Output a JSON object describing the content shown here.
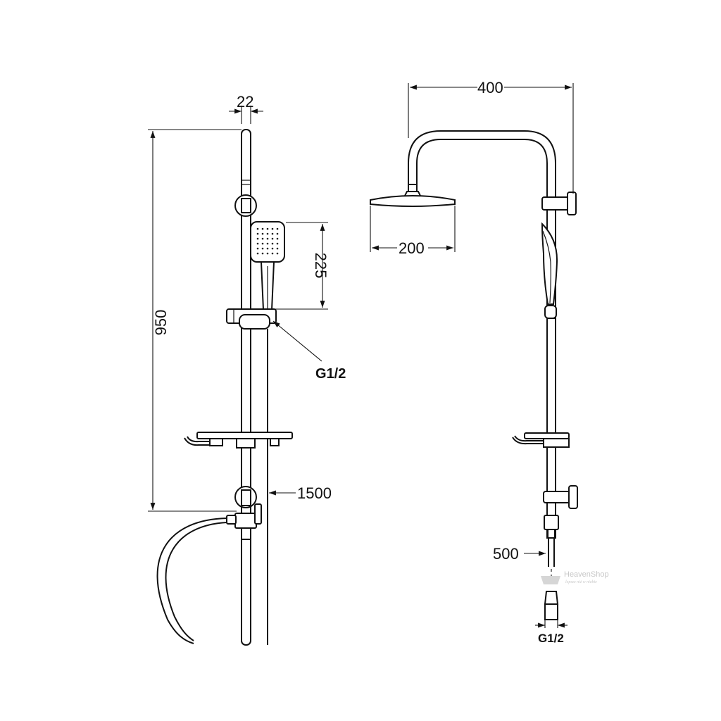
{
  "dimensions": {
    "bar_width": "22",
    "total_height": "950",
    "hand_shower_length": "225",
    "hose_length": "1500",
    "head_span": "400",
    "head_diameter": "200",
    "lower_hose": "500"
  },
  "threads": {
    "hand_shower_thread": "G1/2",
    "inlet_thread": "G1/2"
  },
  "watermark": {
    "brand": "HeavenShop",
    "tagline": "lepsze niż w niebie"
  }
}
